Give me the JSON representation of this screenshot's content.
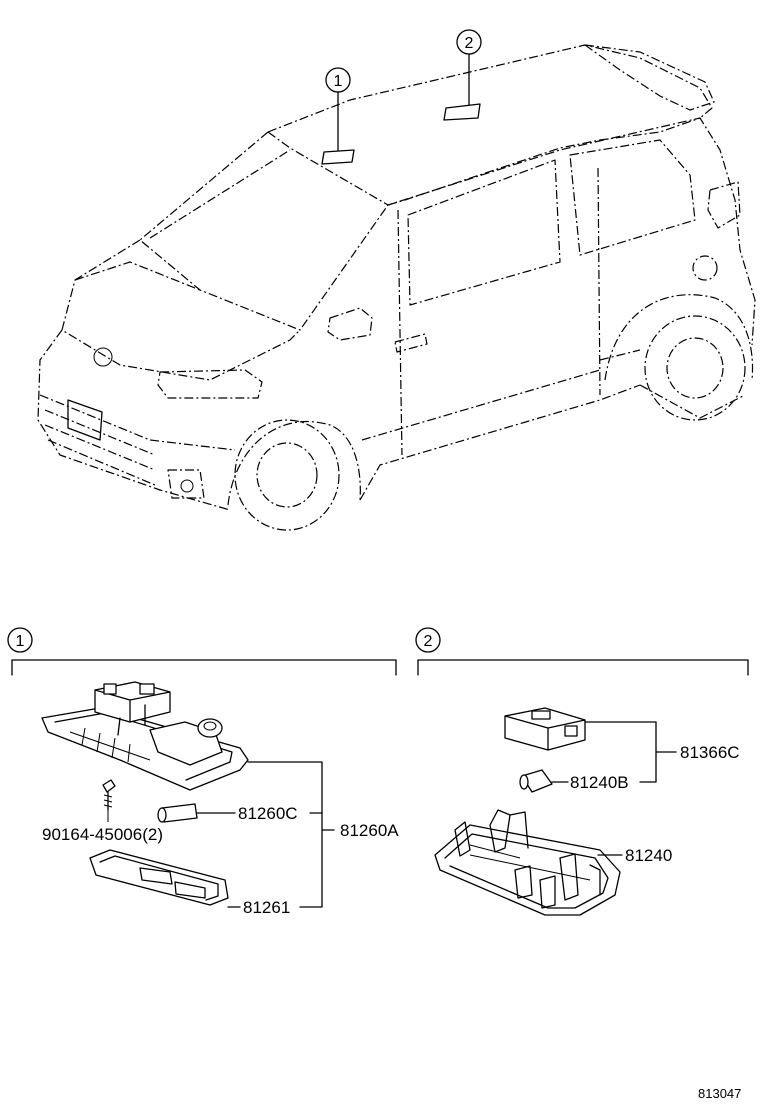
{
  "callouts": {
    "one": "1",
    "two": "2"
  },
  "parts": {
    "p81260A": "81260A",
    "p81260C": "81260C",
    "p81261": "81261",
    "p90164": "90164-45006(2)",
    "p81366C": "81366C",
    "p81240B": "81240B",
    "p81240": "81240"
  },
  "diagram_code": "813047"
}
